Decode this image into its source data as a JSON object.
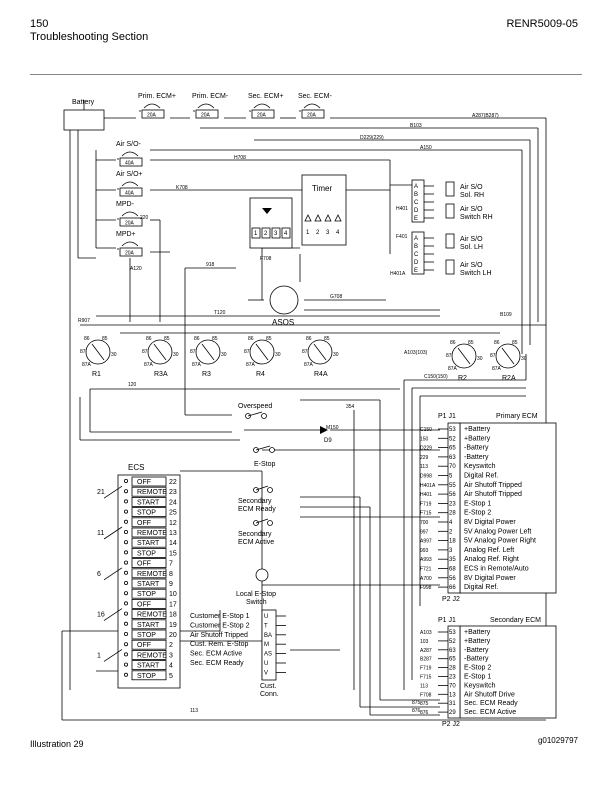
{
  "header": {
    "page_number": "150",
    "section": "Troubleshooting Section",
    "doc_id": "RENR5009-05"
  },
  "footer": {
    "caption": "Illustration 29",
    "figure_id": "g01029797"
  },
  "top": {
    "battery": "Battery",
    "breakers": [
      {
        "label": "Prim. ECM+",
        "rating": "20A"
      },
      {
        "label": "Prim. ECM-",
        "rating": "20A"
      },
      {
        "label": "Sec. ECM+",
        "rating": "20A"
      },
      {
        "label": "Sec. ECM-",
        "rating": "20A"
      }
    ],
    "left_breakers": [
      {
        "label": "Air S/O-",
        "rating": "40A"
      },
      {
        "label": "Air S/O+",
        "rating": "40A"
      },
      {
        "label": "MPD-",
        "rating": "20A"
      },
      {
        "label": "MPD+",
        "rating": "20A"
      }
    ],
    "wires": [
      "A287(B287)",
      "B103",
      "D229(229)",
      "A150",
      "H708",
      "K708",
      "220",
      "A120",
      "918",
      "F708",
      "G708",
      "H401",
      "F401",
      "H401A",
      "B109",
      "T120",
      "R907",
      "120",
      "354",
      "C150(150)",
      "A103(103)",
      "M150",
      "113",
      "875",
      "876"
    ]
  },
  "timer": {
    "label": "Timer",
    "pins": [
      "1",
      "2",
      "3",
      "4"
    ]
  },
  "asos": "ASOS",
  "solenoids": [
    {
      "line1": "Air S/O",
      "line2": "Sol. RH"
    },
    {
      "line1": "Air S/O",
      "line2": "Switch RH"
    },
    {
      "line1": "Air S/O",
      "line2": "Sol. LH"
    },
    {
      "line1": "Air S/O",
      "line2": "Switch LH"
    }
  ],
  "connector_pins": [
    "A",
    "B",
    "C",
    "D",
    "E"
  ],
  "relays": [
    "R1",
    "R3A",
    "R3",
    "R4",
    "R4A",
    "R2",
    "R2A"
  ],
  "relay_pins": [
    "86",
    "85",
    "87",
    "87A",
    "30"
  ],
  "overspeed": "Overspeed",
  "estop": {
    "label": "E-Stop",
    "diode": "D9"
  },
  "ecs": {
    "title": "ECS",
    "groups": [
      {
        "num": "21",
        "rows": [
          {
            "label": "OFF",
            "pin": "22"
          },
          {
            "label": "REMOTE",
            "pin": "23"
          },
          {
            "label": "START",
            "pin": "24"
          },
          {
            "label": "STOP",
            "pin": "25"
          }
        ]
      },
      {
        "num": "11",
        "rows": [
          {
            "label": "OFF",
            "pin": "12"
          },
          {
            "label": "REMOTE",
            "pin": "13"
          },
          {
            "label": "START",
            "pin": "14"
          },
          {
            "label": "STOP",
            "pin": "15"
          }
        ]
      },
      {
        "num": "6",
        "rows": [
          {
            "label": "OFF",
            "pin": "7"
          },
          {
            "label": "REMOTE",
            "pin": "8"
          },
          {
            "label": "START",
            "pin": "9"
          },
          {
            "label": "STOP",
            "pin": "10"
          }
        ]
      },
      {
        "num": "16",
        "rows": [
          {
            "label": "OFF",
            "pin": "17"
          },
          {
            "label": "REMOTE",
            "pin": "18"
          },
          {
            "label": "START",
            "pin": "19"
          },
          {
            "label": "STOP",
            "pin": "20"
          }
        ]
      },
      {
        "num": "1",
        "rows": [
          {
            "label": "OFF",
            "pin": "2"
          },
          {
            "label": "REMOTE",
            "pin": "3"
          },
          {
            "label": "START",
            "pin": "4"
          },
          {
            "label": "STOP",
            "pin": "5"
          }
        ]
      }
    ]
  },
  "secondary_labels": [
    {
      "line1": "Secondary",
      "line2": "ECM Ready"
    },
    {
      "line1": "Secondary",
      "line2": "ECM Active"
    }
  ],
  "local_estop": {
    "line1": "Local E-Stop",
    "line2": "Switch"
  },
  "customer": {
    "title_line1": "Cust.",
    "title_line2": "Conn.",
    "rows": [
      {
        "label": "Customer E-Stop 1",
        "pin": "U"
      },
      {
        "label": "Customer E-Stop 2",
        "pin": "T"
      },
      {
        "label": "Air Shutoff Tripped",
        "pin": "BA"
      },
      {
        "label": "Cust. Rem. E-Stop",
        "pin": "M"
      },
      {
        "label": "Sec. ECM Active",
        "pin": "AS"
      },
      {
        "label": "Sec. ECM Ready",
        "pin": "U"
      },
      {
        "label": "",
        "pin": "V"
      }
    ]
  },
  "primary_ecm": {
    "conn": "P1 J1",
    "conn_bottom": "P2 J2",
    "title": "Primary ECM",
    "rows": [
      {
        "wire": "C150",
        "pin": "53",
        "label": "+Battery"
      },
      {
        "wire": "150",
        "pin": "52",
        "label": "+Battery"
      },
      {
        "wire": "D229",
        "pin": "65",
        "label": "-Battery"
      },
      {
        "wire": "229",
        "pin": "63",
        "label": "-Battery"
      },
      {
        "wire": "113",
        "pin": "70",
        "label": "Keyswitch"
      },
      {
        "wire": "D998",
        "pin": "5",
        "label": "Digital Ref."
      },
      {
        "wire": "H401A",
        "pin": "55",
        "label": "Air Shutoff Tripped"
      },
      {
        "wire": "H401",
        "pin": "56",
        "label": "Air Shutoff Tripped"
      },
      {
        "wire": "F719",
        "pin": "23",
        "label": "E-Stop 1"
      },
      {
        "wire": "F715",
        "pin": "28",
        "label": "E-Stop 2"
      },
      {
        "wire": "700",
        "pin": "4",
        "label": "8V Digital Power"
      },
      {
        "wire": "997",
        "pin": "2",
        "label": "5V Analog Power Left"
      },
      {
        "wire": "A997",
        "pin": "18",
        "label": "5V Analog Power Right"
      },
      {
        "wire": "993",
        "pin": "3",
        "label": "Analog Ref. Left"
      },
      {
        "wire": "A993",
        "pin": "35",
        "label": "Analog Ref. Right"
      },
      {
        "wire": "F721",
        "pin": "68",
        "label": "ECS in Remote/Auto"
      },
      {
        "wire": "A700",
        "pin": "56",
        "label": "8V Digital Power"
      },
      {
        "wire": "F998",
        "pin": "66",
        "label": "Digital Ref."
      }
    ]
  },
  "secondary_ecm": {
    "conn": "P1 J1",
    "conn_bottom": "P2 J2",
    "title": "Secondary ECM",
    "rows": [
      {
        "wire": "A103",
        "pin": "53",
        "label": "+Battery"
      },
      {
        "wire": "103",
        "pin": "52",
        "label": "+Battery"
      },
      {
        "wire": "A287",
        "pin": "63",
        "label": "-Battery"
      },
      {
        "wire": "B287",
        "pin": "65",
        "label": "-Battery"
      },
      {
        "wire": "F719",
        "pin": "28",
        "label": "E-Stop 2"
      },
      {
        "wire": "F715",
        "pin": "23",
        "label": "E-Stop 1"
      },
      {
        "wire": "113",
        "pin": "70",
        "label": "Keyswitch"
      },
      {
        "wire": "F708",
        "pin": "13",
        "label": "Air Shutoff Drive"
      },
      {
        "wire": "875",
        "pin": "31",
        "label": "Sec. ECM Ready"
      },
      {
        "wire": "876",
        "pin": "29",
        "label": "Sec. ECM Active"
      }
    ]
  }
}
